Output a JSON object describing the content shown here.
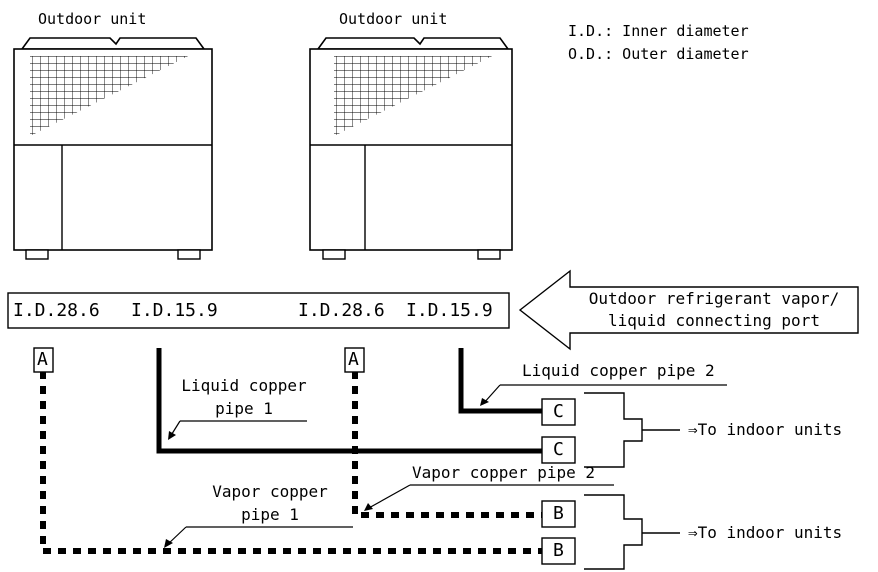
{
  "outdoor_units": [
    {
      "title": "Outdoor unit"
    },
    {
      "title": "Outdoor unit"
    }
  ],
  "legend": {
    "id_line": "I.D.: Inner diameter",
    "od_line": "O.D.: Outer diameter"
  },
  "connection_bar": {
    "ports": [
      "I.D.28.6",
      "I.D.15.9",
      "I.D.28.6",
      "I.D.15.9"
    ]
  },
  "port_arrow": {
    "line1": "Outdoor refrigerant vapor/",
    "line2": "liquid connecting port"
  },
  "pipes": {
    "liquid_1": {
      "line1": "Liquid copper",
      "line2": "pipe 1"
    },
    "liquid_2": {
      "line1": "Liquid copper pipe 2"
    },
    "vapor_1": {
      "line1": "Vapor copper",
      "line2": "pipe 1"
    },
    "vapor_2": {
      "line1": "Vapor copper pipe 2"
    }
  },
  "box_labels": {
    "a": "A",
    "b": "B",
    "c": "C"
  },
  "indoor_targets": [
    {
      "label": "⇒To indoor units"
    },
    {
      "label": "⇒To indoor units"
    }
  ],
  "colors": {
    "line": "#000000",
    "background": "#ffffff"
  }
}
